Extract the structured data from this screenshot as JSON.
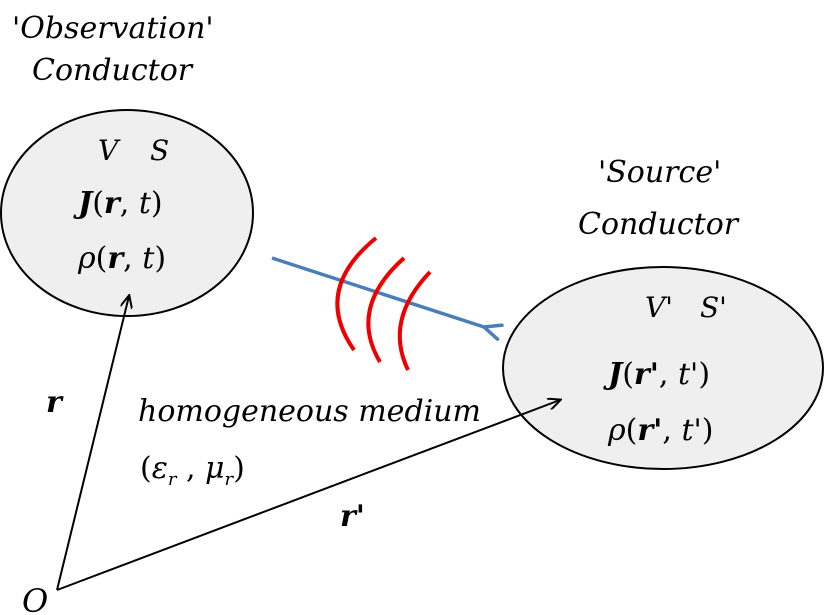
{
  "observation": {
    "title_line1": "'Observation'",
    "title_line2": "Conductor",
    "vs_V": "V",
    "vs_S": "S",
    "J_symbol": "J",
    "J_r": "r",
    "J_t": "t",
    "rho_symbol": "ρ",
    "rho_r": "r",
    "rho_t": "t"
  },
  "source": {
    "title_line1": "'Source'",
    "title_line2": "Conductor",
    "vs_V": "V'",
    "vs_S": "S'",
    "J_symbol": "J",
    "J_r": "r'",
    "J_t": "t'",
    "rho_symbol": "ρ",
    "rho_r": "r'",
    "rho_t": "t'"
  },
  "medium": {
    "label": "homogeneous medium",
    "eps": "ε",
    "eps_sub": "r",
    "mu": "μ",
    "mu_sub": "r"
  },
  "vectors": {
    "r_label": "r",
    "rprime_label": "r'",
    "origin_label": "O"
  },
  "colors": {
    "ellipse_fill": "#efefef",
    "wave_arrow": "#4a7ebb",
    "wave_arcs": "#ee0000"
  }
}
